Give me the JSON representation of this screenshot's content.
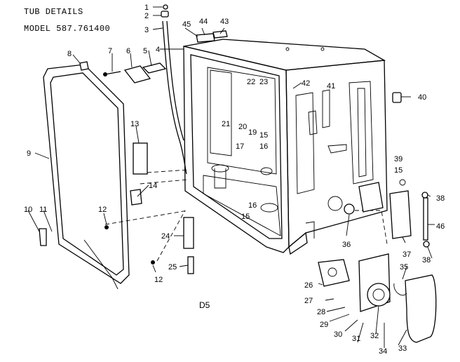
{
  "header": {
    "title_line1": "TUB DETAILS",
    "title_line2": "MODEL 587.761400"
  },
  "diagram_code": "D5",
  "part_callouts": [
    "1",
    "2",
    "3",
    "4",
    "5",
    "6",
    "7",
    "8",
    "9",
    "10",
    "11",
    "12",
    "12",
    "13",
    "14",
    "15",
    "15",
    "15",
    "16",
    "16",
    "17",
    "19",
    "20",
    "21",
    "22",
    "23",
    "24",
    "25",
    "26",
    "27",
    "28",
    "29",
    "30",
    "31",
    "32",
    "33",
    "34",
    "35",
    "36",
    "37",
    "38",
    "38",
    "39",
    "40",
    "41",
    "42",
    "43",
    "44",
    "45",
    "46"
  ]
}
